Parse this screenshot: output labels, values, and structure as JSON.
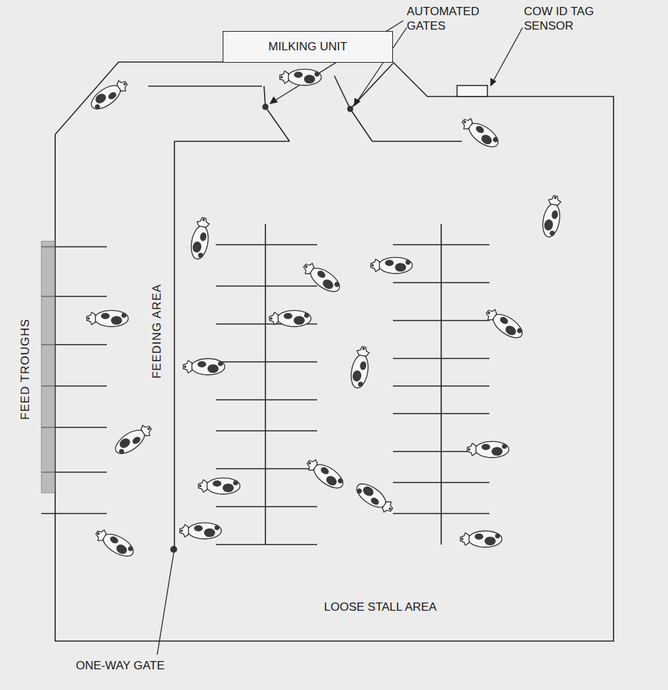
{
  "diagram": {
    "nodes": [
      {
        "text": [
          "MILKING UNIT"
        ]
      }
    ],
    "labels": [
      "AUTOMATED GATES",
      "COW ID TAG SENSOR",
      "FEED TROUGHS",
      "FEEDING AREA",
      "LOOSE STALL AREA",
      "ONE-WAY GATE"
    ]
  }
}
